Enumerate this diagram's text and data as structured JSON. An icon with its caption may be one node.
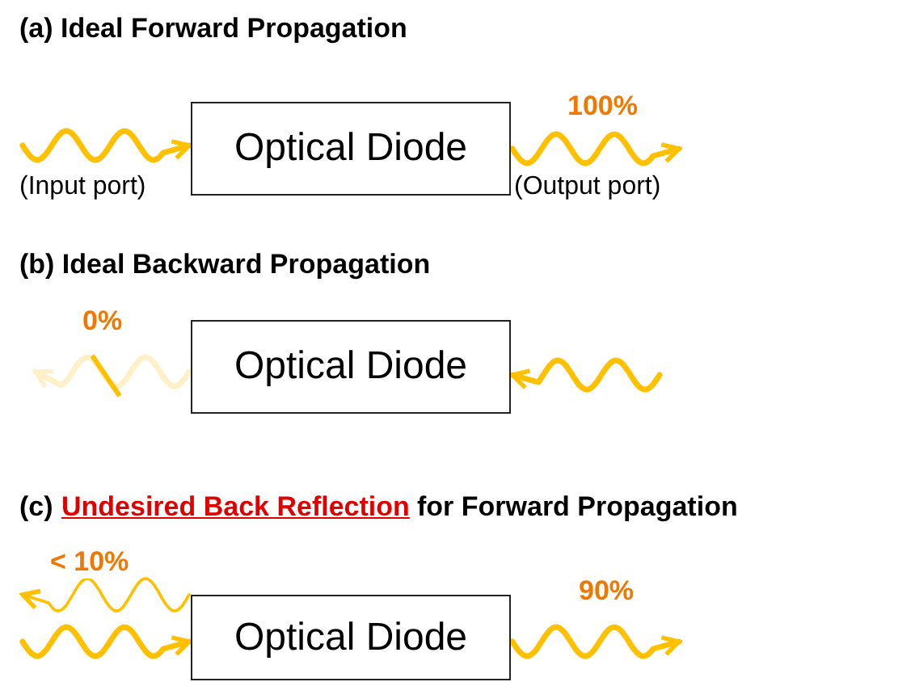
{
  "diagram": {
    "nodes": [
      {
        "text": [
          "Optical Diode"
        ]
      },
      {
        "text": [
          "Optical Diode"
        ]
      },
      {
        "text": [
          "Optical Diode"
        ]
      }
    ],
    "edges": [
      {
        "from": null,
        "to": 0,
        "arrow": "to"
      },
      {
        "from": 0,
        "to": null,
        "arrow": "to",
        "label": "100%"
      },
      {
        "from": 1,
        "to": null,
        "arrow": "to",
        "label": "0%",
        "color": "#fff0c8"
      },
      {
        "from": null,
        "to": 1,
        "arrow": "to"
      },
      {
        "from": null,
        "to": 2,
        "arrow": "to"
      },
      {
        "from": 2,
        "to": null,
        "arrow": "to",
        "label": "< 10%"
      },
      {
        "from": 2,
        "to": null,
        "arrow": "to",
        "label": "90%"
      }
    ],
    "labels": [
      "(a) Ideal Forward Propagation",
      "(Input port)",
      "(Output port)",
      "(b) Ideal Backward Propagation",
      "(c)",
      "Undesired Back Reflection",
      "for Forward Propagation"
    ]
  }
}
